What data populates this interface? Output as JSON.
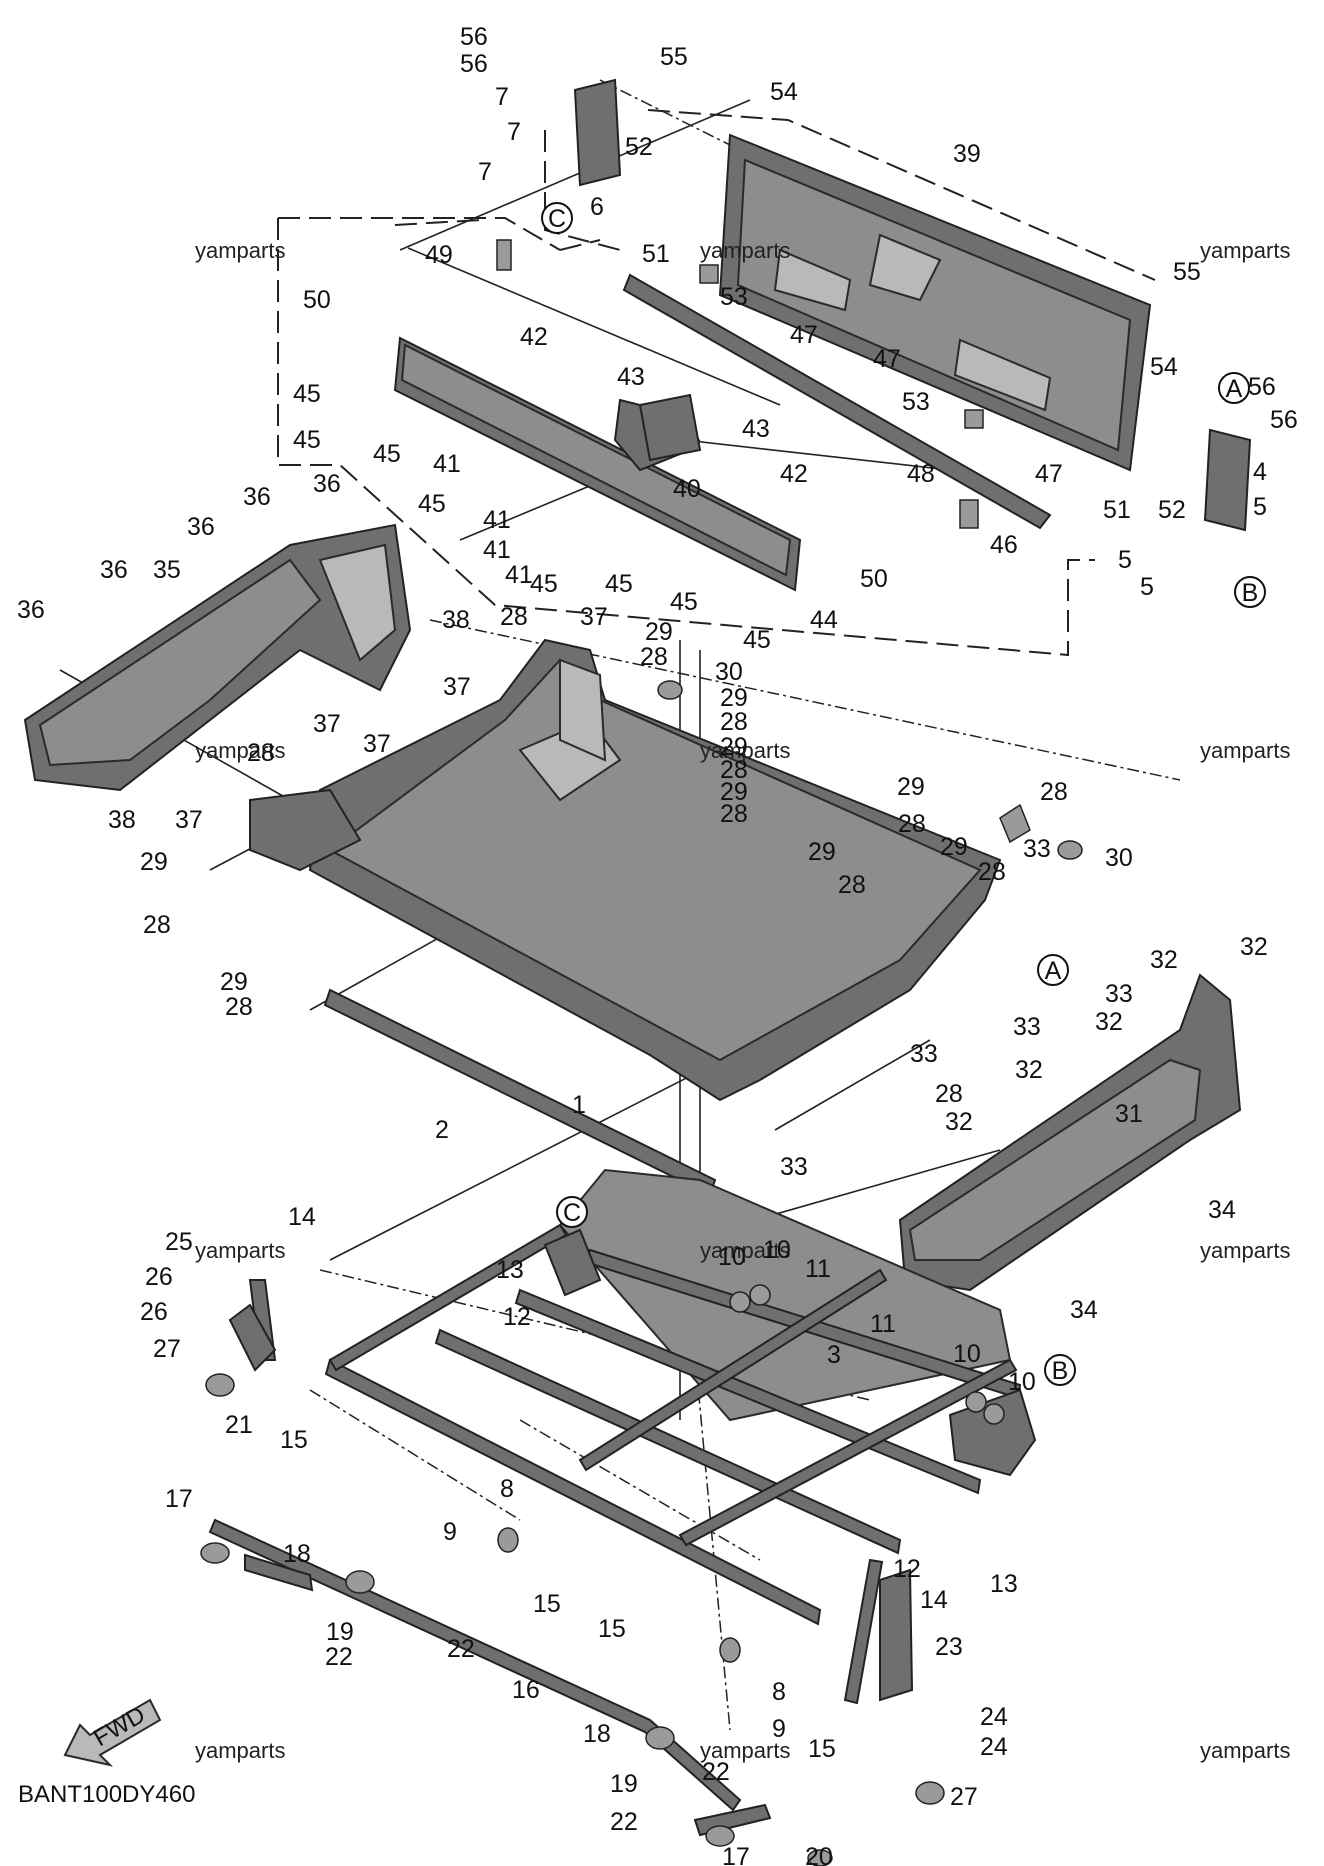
{
  "diagram": {
    "code": "BANT100DY460",
    "watermark": "yamparts",
    "fwd": "FWD",
    "refs": [
      "A",
      "B",
      "C"
    ],
    "callouts": [
      "1",
      "2",
      "3",
      "4",
      "5",
      "6",
      "7",
      "8",
      "9",
      "10",
      "11",
      "12",
      "13",
      "14",
      "15",
      "16",
      "17",
      "18",
      "19",
      "20",
      "21",
      "22",
      "23",
      "24",
      "25",
      "26",
      "27",
      "28",
      "29",
      "30",
      "31",
      "32",
      "33",
      "34",
      "35",
      "36",
      "37",
      "38",
      "39",
      "40",
      "41",
      "42",
      "43",
      "44",
      "45",
      "46",
      "47",
      "48",
      "49",
      "50",
      "51",
      "52",
      "53",
      "54",
      "55",
      "56"
    ]
  }
}
